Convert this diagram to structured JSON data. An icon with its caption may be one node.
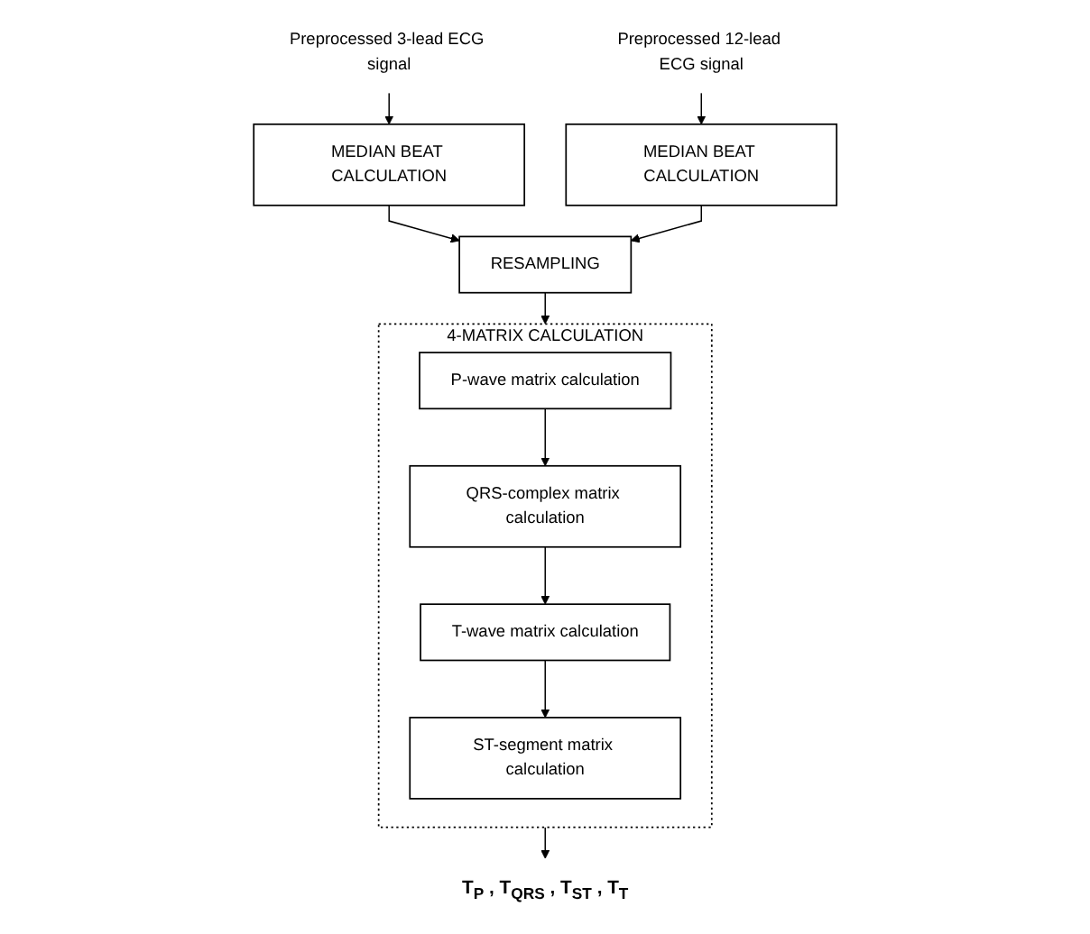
{
  "diagram": {
    "nodes": [
      {
        "text": [
          "Preprocessed 3-lead ECG signal"
        ]
      },
      {
        "text": [
          "MEDIAN BEAT CALCULATION"
        ]
      },
      {
        "text": [
          "Preprocessed 12-lead ECG signal"
        ]
      },
      {
        "text": [
          "MEDIAN BEAT CALCULATION"
        ]
      },
      {
        "text": [
          "RESAMPLING"
        ]
      },
      {
        "text": [
          "4-MATRIX CALCULATION"
        ]
      },
      {
        "text": [
          "P-wave matrix calculation"
        ],
        "in": 5
      },
      {
        "text": [
          "QRS-complex matrix calculation"
        ],
        "in": 5
      },
      {
        "text": [
          "T-wave matrix calculation"
        ],
        "in": 5
      },
      {
        "text": [
          "ST-segment matrix calculation"
        ],
        "in": 5
      },
      {
        "text": [
          "T$_{P}$ , T$_{QRS}$ , T$_{ST}$ , T$_{T}$"
        ]
      }
    ],
    "edges": [
      {
        "from": 0,
        "to": 1,
        "arrow": "to"
      },
      {
        "from": 2,
        "to": 3,
        "arrow": "to"
      },
      {
        "from": 1,
        "to": 4,
        "arrow": "to"
      },
      {
        "from": 3,
        "to": 4,
        "arrow": "to"
      },
      {
        "from": 4,
        "to": 5,
        "arrow": "to"
      },
      {
        "from": 6,
        "to": 7,
        "arrow": "to"
      },
      {
        "from": 7,
        "to": 8,
        "arrow": "to"
      },
      {
        "from": 8,
        "to": 9,
        "arrow": "to"
      },
      {
        "from": 5,
        "to": 10,
        "arrow": "to"
      }
    ]
  }
}
